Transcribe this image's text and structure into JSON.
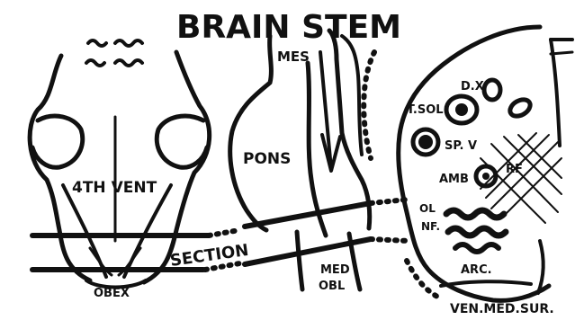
{
  "title": "BRAIN STEM",
  "labels": {
    "fourth_ventricle": "4TH VENT",
    "obex": "OBEX",
    "section": "SECTION",
    "mes": "MES",
    "pons": "PONS",
    "med_obl_1": "MED",
    "med_obl_2": "OBL",
    "dx": "D.X",
    "tsol": "T.SOL",
    "spv": "SP. V",
    "amb": "AMB",
    "rf": "RF",
    "ol": "OL",
    "nf": "NF.",
    "arc": "ARC.",
    "ven_med_sur": "VEN.MED.SUR."
  },
  "colors": {
    "ink": "#111111",
    "paper": "#ffffff"
  }
}
